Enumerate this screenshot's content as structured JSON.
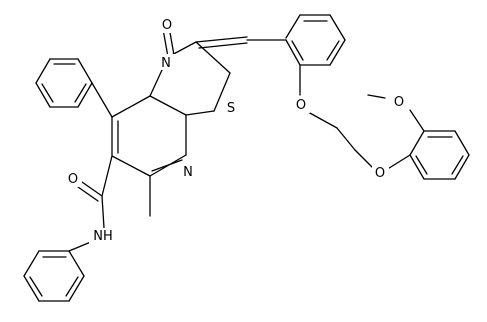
{
  "molecule": {
    "atom_labels": {
      "sulfur": "S",
      "ring_nitrogen": "N",
      "imine_nitrogen": "N",
      "amide_nitrogen_h": "NH",
      "ketone_oxygen": "O",
      "amide_oxygen": "O",
      "ether_oxygen_1": "O",
      "ether_oxygen_2": "O",
      "methoxy_label": "O"
    },
    "methoxy_substituent": "methoxy",
    "methyl_substituent": "methyl"
  },
  "colors": {
    "bond": "#000000",
    "background": "#ffffff"
  }
}
